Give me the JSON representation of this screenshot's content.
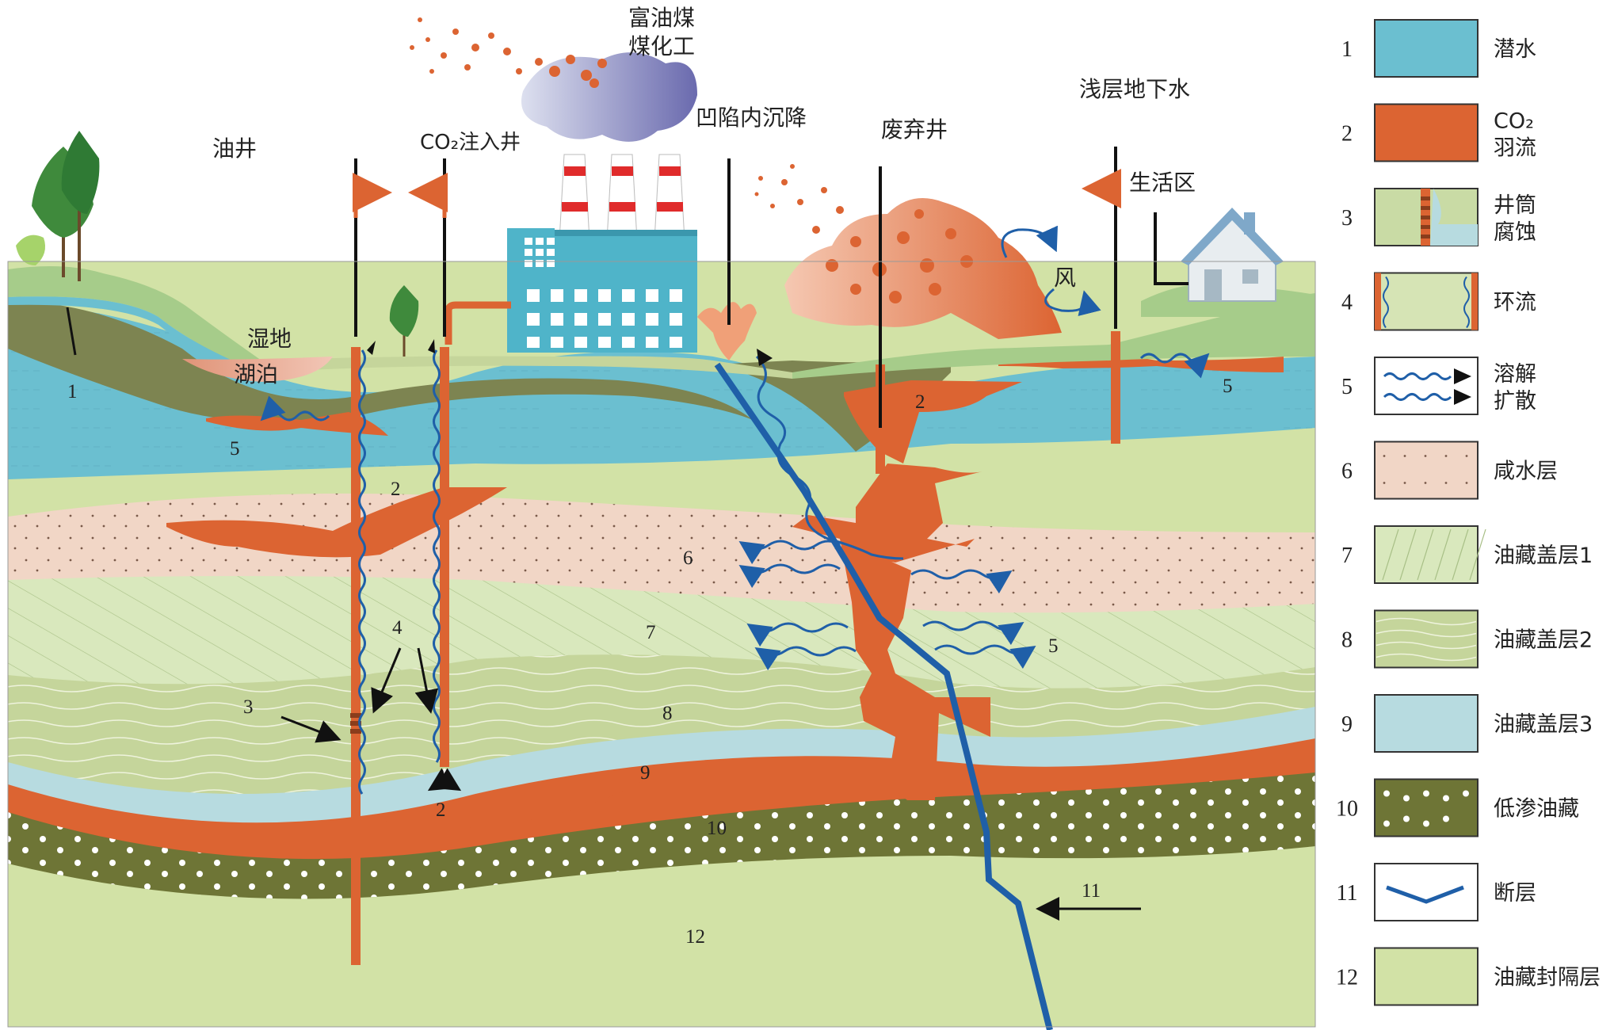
{
  "labels": {
    "oil_well": "油井",
    "co2_injection_well": "CO₂注入井",
    "coal_line1": "富油煤",
    "coal_line2": "煤化工",
    "subsidence": "凹陷内沉降",
    "abandoned_well": "废弃井",
    "shallow_groundwater": "浅层地下水",
    "living_area": "生活区",
    "wetland": "湿地",
    "lake": "湖泊",
    "wind": "风"
  },
  "markers": {
    "m1": "1",
    "m2a": "2",
    "m2b": "2",
    "m2c": "2",
    "m3": "3",
    "m4": "4",
    "m5a": "5",
    "m5b": "5",
    "m5c": "5",
    "m6": "6",
    "m7": "7",
    "m8": "8",
    "m9": "9",
    "m10": "10",
    "m11": "11",
    "m12": "12"
  },
  "legend": [
    {
      "num": "1",
      "label": "潜水",
      "color": "#6bbfd0"
    },
    {
      "num": "2",
      "label": "CO₂",
      "label2": "羽流",
      "color": "#dc6432"
    },
    {
      "num": "3",
      "label": "井筒",
      "label2": "腐蚀",
      "color": "#c9dba5"
    },
    {
      "num": "4",
      "label": "环流",
      "color": "#d6e4b5"
    },
    {
      "num": "5",
      "label": "溶解",
      "label2": "扩散",
      "color": "#ffffff"
    },
    {
      "num": "6",
      "label": "咸水层",
      "color": "#f1d6c6"
    },
    {
      "num": "7",
      "label": "油藏盖层1",
      "color": "#d9e8bd"
    },
    {
      "num": "8",
      "label": "油藏盖层2",
      "color": "#c5d59b"
    },
    {
      "num": "9",
      "label": "油藏盖层3",
      "color": "#b7dbe0"
    },
    {
      "num": "10",
      "label": "低渗油藏",
      "color": "#6e7536"
    },
    {
      "num": "11",
      "label": "断层",
      "color": "#ffffff"
    },
    {
      "num": "12",
      "label": "油藏封隔层",
      "color": "#d2e2a6"
    }
  ],
  "colors": {
    "water": "#6bbfd0",
    "plume": "#dc6432",
    "brine": "#f1d6c6",
    "cap1": "#d9e8bd",
    "cap2": "#c5d59b",
    "cap3": "#b7dbe0",
    "reservoir": "#6e7536",
    "seal": "#d2e2a6",
    "fault": "#1f5fa8",
    "soil": "#7d8451",
    "grass": "#a6cc8a",
    "smoke": "#7878b8"
  }
}
